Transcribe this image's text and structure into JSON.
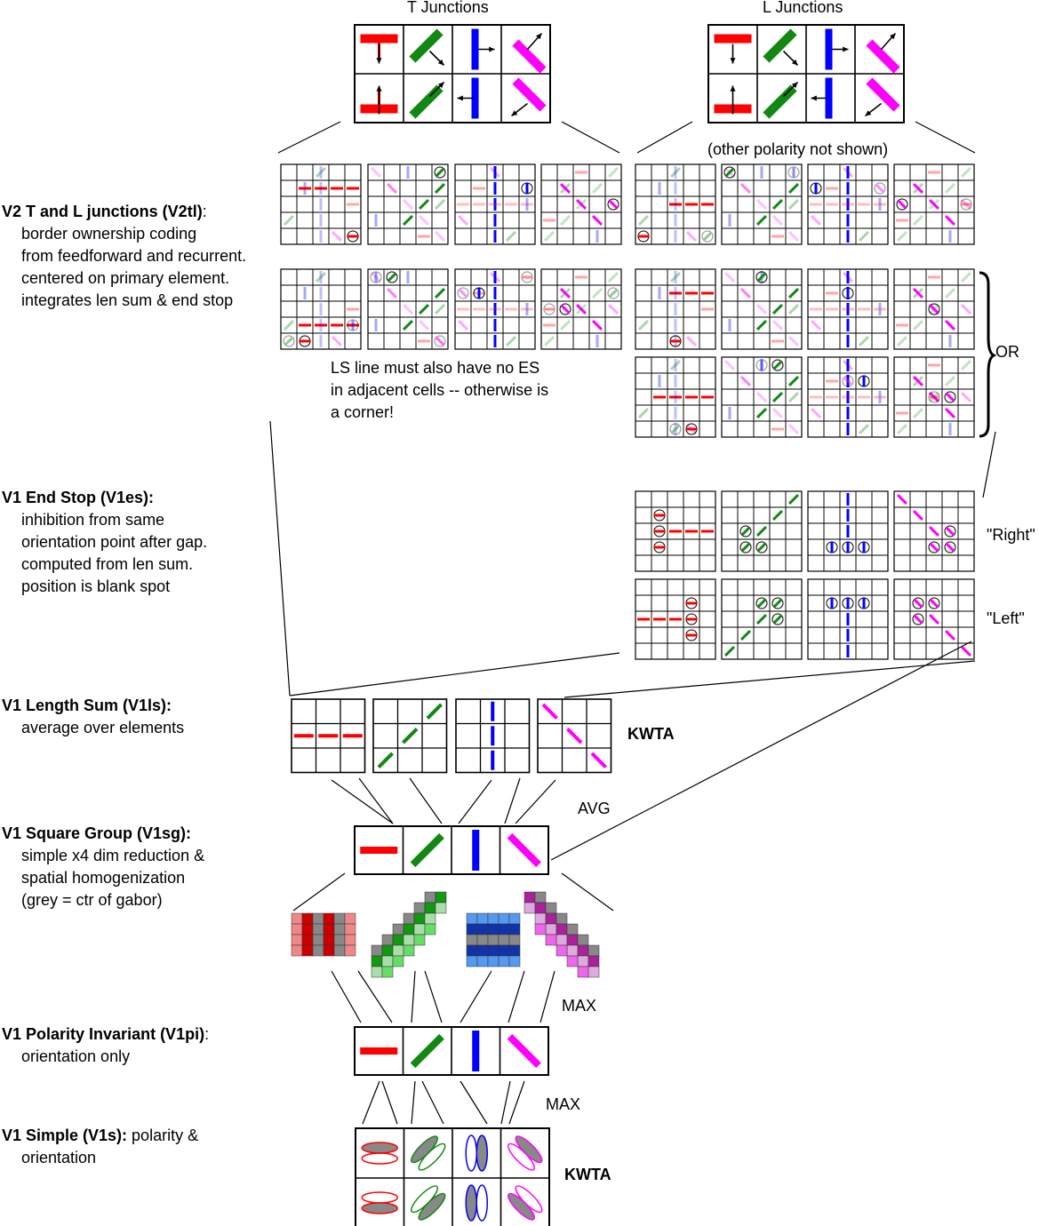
{
  "colors": {
    "red": "#ff0000",
    "green": "#118811",
    "blue": "#0000ff",
    "magenta": "#ff00ff",
    "grid": "#000000",
    "grey": "#888888"
  },
  "top": {
    "t_junctions": "T Junctions",
    "l_junctions": "L Junctions",
    "other_polarity": "(other polarity not shown)"
  },
  "layers": [
    {
      "id": "v2tl",
      "title": "V2 T and L junctions (V2tl)",
      "suffix": ":",
      "lines": [
        "border ownership coding",
        "from feedforward and recurrent.",
        "centered on primary element.",
        "integrates len sum & end stop"
      ]
    },
    {
      "id": "v1es",
      "title": "V1 End Stop (V1es):",
      "suffix": "",
      "lines": [
        "inhibition from same",
        "orientation point after gap.",
        "computed from len sum.",
        "position is blank spot"
      ]
    },
    {
      "id": "v1ls",
      "title": "V1 Length Sum (V1ls):",
      "suffix": "",
      "lines": [
        "average over elements"
      ]
    },
    {
      "id": "v1sg",
      "title": "V1 Square Group (V1sg):",
      "suffix": "",
      "lines": [
        "simple x4 dim reduction &",
        "spatial homogenization",
        "(grey = ctr of gabor)"
      ]
    },
    {
      "id": "v1pi",
      "title": "V1 Polarity Invariant (V1pi)",
      "suffix": ":",
      "lines": [
        "orientation only"
      ]
    },
    {
      "id": "v1s",
      "title": "V1 Simple (V1s):",
      "suffix": " polarity &",
      "lines": [
        "orientation"
      ]
    }
  ],
  "notes": {
    "ls_note_1": "LS line must also have no ES",
    "ls_note_2": "in adjacent cells -- otherwise is",
    "ls_note_3": "a corner!",
    "or": "OR",
    "right": "\"Right\"",
    "left": "\"Left\"",
    "kwta_ls": "KWTA",
    "kwta_s": "KWTA",
    "avg": "AVG",
    "max1": "MAX",
    "max2": "MAX"
  }
}
